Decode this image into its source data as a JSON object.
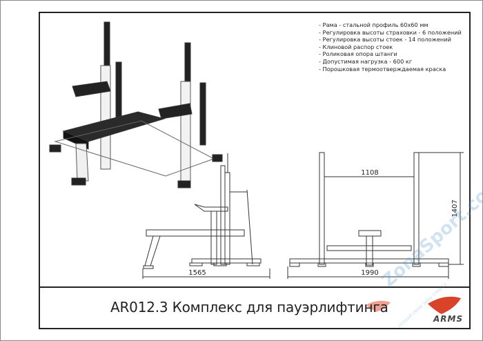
{
  "specs": [
    "- Рама - стальной профиль 60х60 мм",
    "- Регулировка высоты страховки - 6 положений",
    "- Регулировка высоты стоек - 14 положений",
    "- Клиновой распор стоек",
    "- Роликовая опора штанги",
    "- Допустимая нагрузка - 600 кг",
    "- Порошковая термоотверждаемая краска"
  ],
  "dimensions": {
    "side_length": "1565",
    "front_width": "1990",
    "inner_width": "1108",
    "height": "1407"
  },
  "title": "AR012.3 Комплекс для пауэрлифтинга",
  "logo": {
    "brand": "ARMS",
    "accent": "#d9432a"
  },
  "watermark": {
    "site": "ZonaSport.com",
    "slogan": "создай свою зону спорта"
  }
}
